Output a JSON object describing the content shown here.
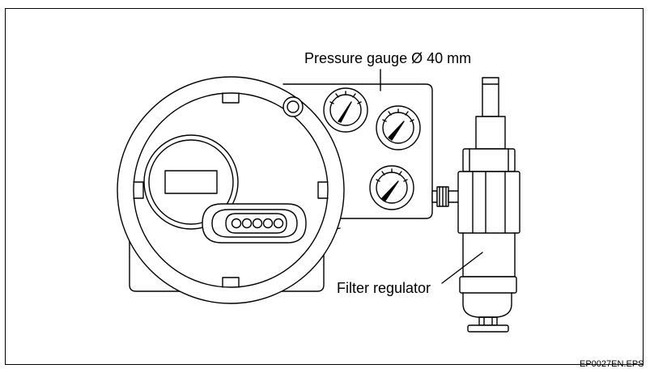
{
  "labels": {
    "pressure_gauge": "Pressure gauge Ø 40 mm",
    "filter_regulator": "Filter regulator"
  },
  "file_name": "EP0027EN.EPS",
  "colors": {
    "line": "#000000",
    "background": "#ffffff"
  }
}
